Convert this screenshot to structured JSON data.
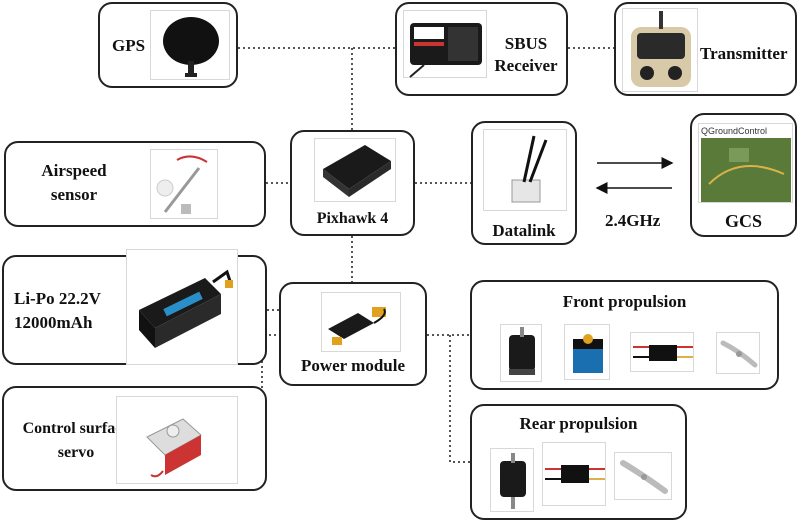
{
  "nodes": {
    "gps": {
      "label": "GPS"
    },
    "sbus": {
      "label_line1": "SBUS",
      "label_line2": "Receiver"
    },
    "transmitter": {
      "label": "Transmitter"
    },
    "pixhawk": {
      "label": "Pixhawk 4"
    },
    "airspeed": {
      "label_line1": "Airspeed",
      "label_line2": "sensor"
    },
    "datalink": {
      "label": "Datalink"
    },
    "link": {
      "label": "2.4GHz"
    },
    "gcs": {
      "label": "GCS",
      "screen_title": "QGroundControl"
    },
    "battery": {
      "label_line1": "Li-Po 22.2V",
      "label_line2": "12000mAh"
    },
    "power": {
      "label": "Power  module"
    },
    "servo": {
      "label_line1": "Control surface",
      "label_line2": "servo"
    },
    "front": {
      "label": "Front propulsion"
    },
    "rear": {
      "label": "Rear propulsion"
    }
  },
  "colors": {
    "border": "#222222",
    "connector": "#555555",
    "gcs_map": "#5a7a3a",
    "battery_label": "#2a8fc8"
  },
  "icons": {
    "gps": "gps-puck-icon",
    "sbus": "radio-receiver-icon",
    "transmitter": "rc-transmitter-icon",
    "pixhawk": "flight-controller-icon",
    "airspeed": "pitot-tube-icon",
    "datalink": "telemetry-radio-icon",
    "gcs": "ground-station-map-icon",
    "battery": "lipo-battery-icon",
    "power": "power-module-icon",
    "servo": "servo-icon",
    "propulsion": [
      "motor-icon",
      "servo-icon",
      "esc-icon",
      "propeller-icon"
    ]
  }
}
